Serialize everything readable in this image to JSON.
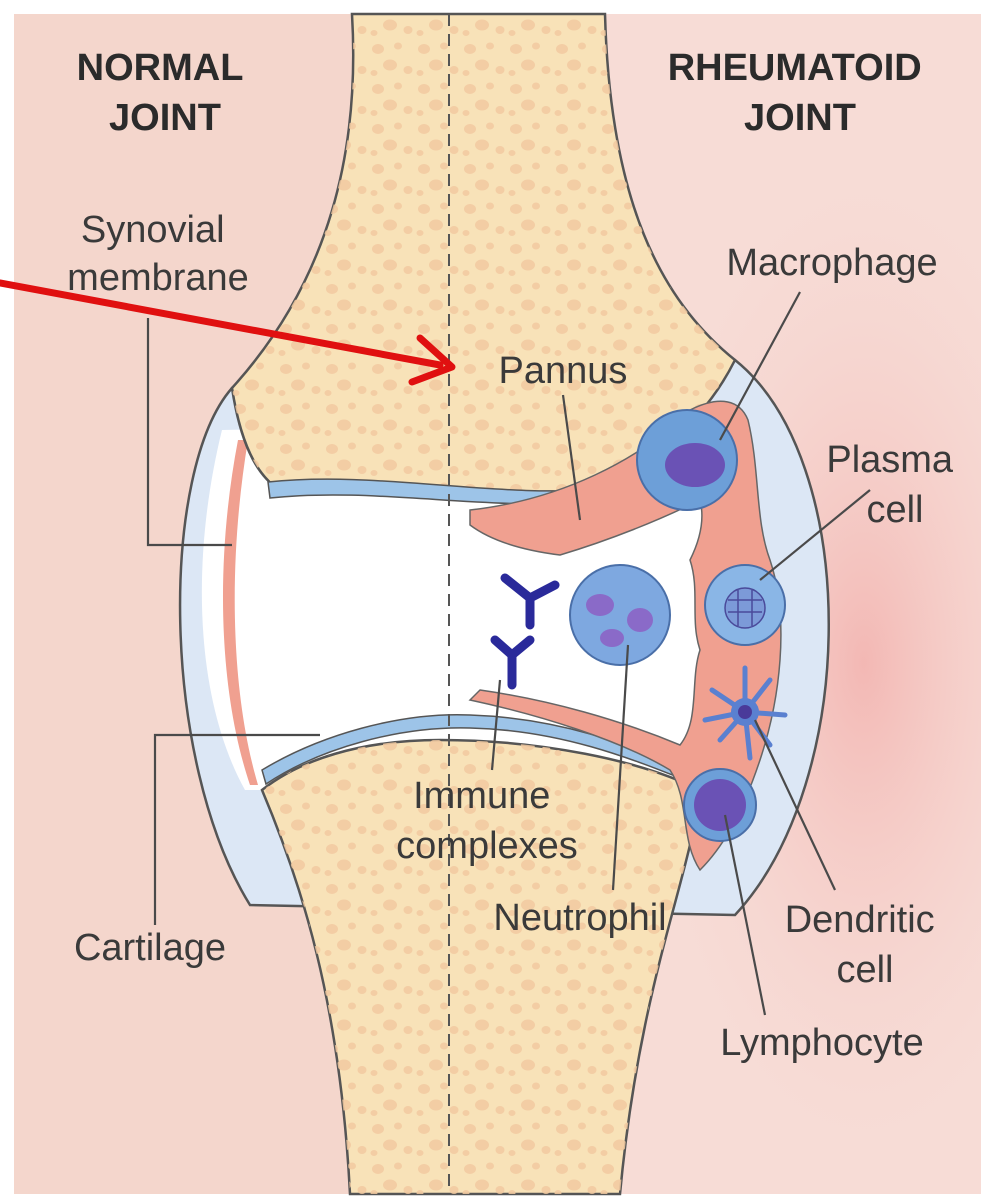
{
  "headers": {
    "normal": [
      "NORMAL",
      "JOINT"
    ],
    "rheumatoid": [
      "RHEUMATOID",
      "JOINT"
    ]
  },
  "labels": {
    "synovial_membrane": [
      "Synovial",
      "membrane"
    ],
    "macrophage": [
      "Macrophage"
    ],
    "pannus": [
      "Pannus"
    ],
    "plasma_cell": [
      "Plasma",
      "cell"
    ],
    "immune_complexes": [
      "Immune",
      "complexes"
    ],
    "neutrophil": [
      "Neutrophil"
    ],
    "cartilage": [
      "Cartilage"
    ],
    "dendritic_cell": [
      "Dendritic",
      "cell"
    ],
    "lymphocyte": [
      "Lymphocyte"
    ]
  },
  "colors": {
    "background_left": "#f4d6cc",
    "background_right": "#f7dcd6",
    "bone": "#f8e2b8",
    "bone_dots": "#f2c9a0",
    "cartilage": "#9dc4e8",
    "capsule": "#dce7f5",
    "pannus": "#f0a090",
    "cell_blue": "#6d9fd8",
    "nucleus": "#6a52b5",
    "antibody": "#2a2a9a",
    "arrow": "#e01010"
  }
}
